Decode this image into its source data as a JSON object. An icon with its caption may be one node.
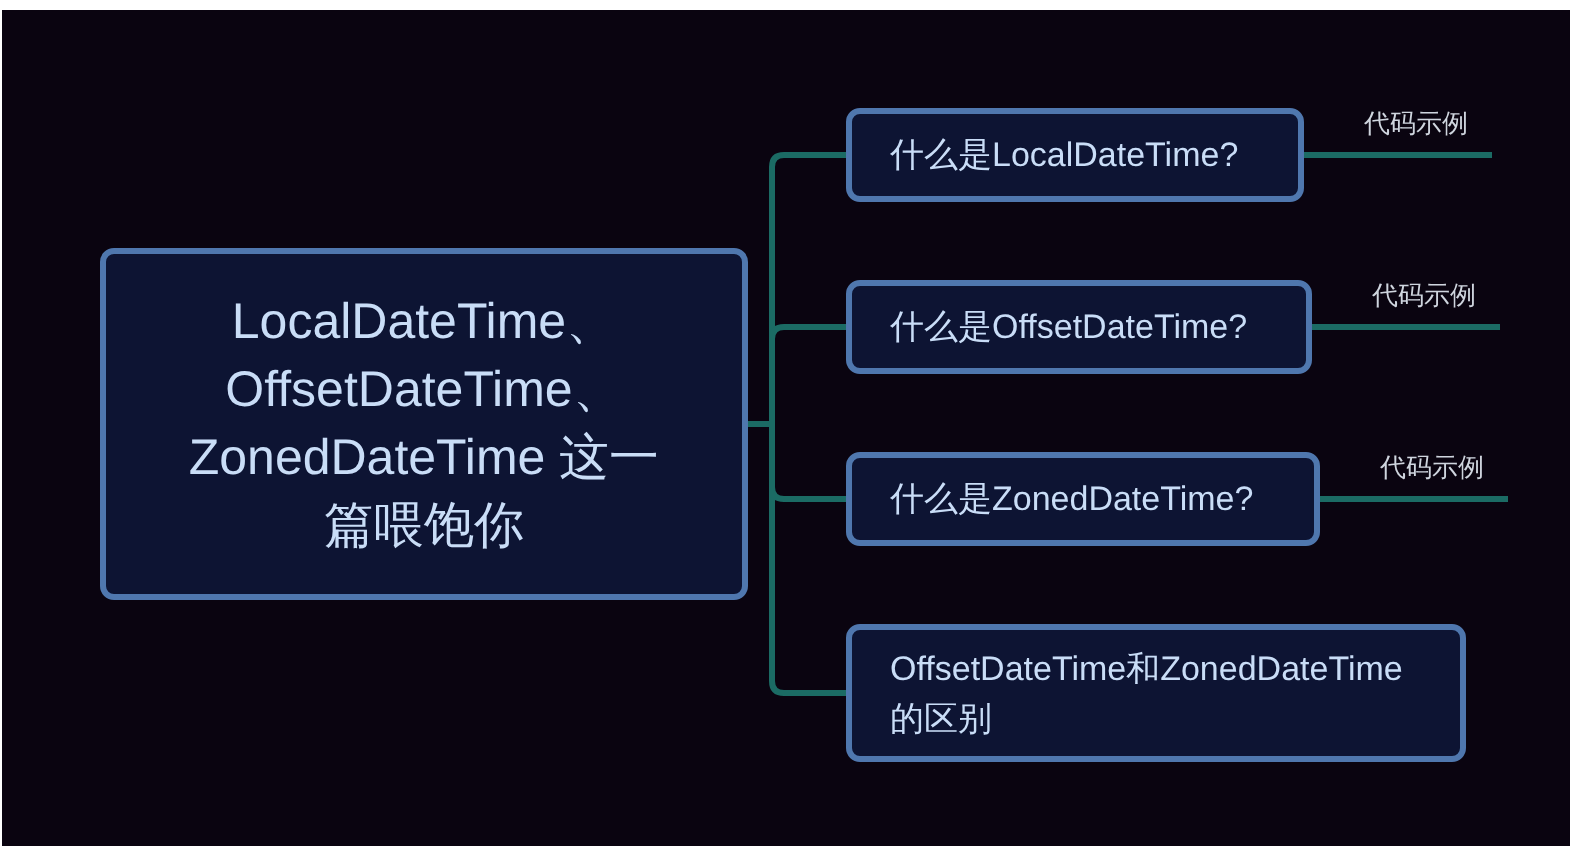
{
  "diagram": {
    "nodes": [
      {
        "text": [
          "LocalDateTime、OffsetDateTime、ZonedDateTime 这一篇喂饱你"
        ]
      },
      {
        "text": [
          "什么是LocalDateTime?"
        ]
      },
      {
        "text": [
          "什么是OffsetDateTime?"
        ]
      },
      {
        "text": [
          "什么是ZonedDateTime?"
        ]
      },
      {
        "text": [
          "OffsetDateTime和ZonedDateTime的区别"
        ]
      },
      {
        "text": [
          "代码示例"
        ]
      },
      {
        "text": [
          "代码示例"
        ]
      },
      {
        "text": [
          "代码示例"
        ]
      }
    ],
    "edges": [
      {
        "from": 0,
        "to": 1,
        "arrow": "none"
      },
      {
        "from": 0,
        "to": 2,
        "arrow": "none"
      },
      {
        "from": 0,
        "to": 3,
        "arrow": "none"
      },
      {
        "from": 0,
        "to": 4,
        "arrow": "none"
      },
      {
        "from": 1,
        "to": 5,
        "arrow": "none"
      },
      {
        "from": 2,
        "to": 6,
        "arrow": "none"
      },
      {
        "from": 3,
        "to": 7,
        "arrow": "none"
      }
    ]
  }
}
